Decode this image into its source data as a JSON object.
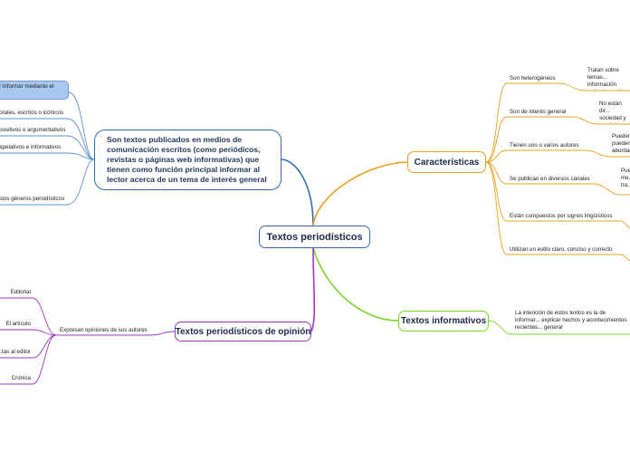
{
  "central": {
    "title": "Textos periodísticos"
  },
  "definition": {
    "text": "Son textos publicados en medios de comunicación escritos (como periódicos, revistas o páginas web informativas) que tienen como función principal informar al lector acerca de un tema de interés general"
  },
  "left_leaves": [
    {
      "text": "...r informar mediante el"
    },
    {
      "text": "...orales, escritos o icónicos"
    },
    {
      "text": "...positivos o argumentativos"
    },
    {
      "text": "...apelativos e informativos"
    },
    {
      "text": "...stos géneros periodísticos"
    }
  ],
  "caracteristicas": {
    "title": "Características",
    "items": [
      {
        "label": "Son heterogéneos",
        "detail": "Tratan sobre temas... información polí... deportiva, de imp..."
      },
      {
        "label": "Son de interés general",
        "detail": "No están dir... sociedad y t... distingue de..."
      },
      {
        "label": "Tienen uno o varios autores",
        "detail": "Pueden... pueden... abordar..."
      },
      {
        "label": "Se publican en diversos canales",
        "detail": "Pue... me... tra..."
      },
      {
        "label": "Están compuestos por signos lingüísticos",
        "detail": ""
      },
      {
        "label": "Utilizan un estilo claro, conciso y correcto",
        "detail": ""
      }
    ]
  },
  "informativos": {
    "title": "Textos informativos",
    "detail": "La intención de estos textos es la de informar... explicar hechos y acontecimientos recientes... general"
  },
  "opinion": {
    "title": "Textos periodísticos de opinión",
    "sub": "Expresan opiniones de sus autores",
    "items": [
      {
        "label": "Editorial"
      },
      {
        "label": "El artículo"
      },
      {
        "label": "...tas al editor"
      },
      {
        "label": "Crónica"
      }
    ]
  },
  "colors": {
    "blue": "#2f6fb0",
    "orange": "#e8a020",
    "green": "#7ad42a",
    "purple": "#a236c0",
    "highlight": "#a9c8f0"
  }
}
